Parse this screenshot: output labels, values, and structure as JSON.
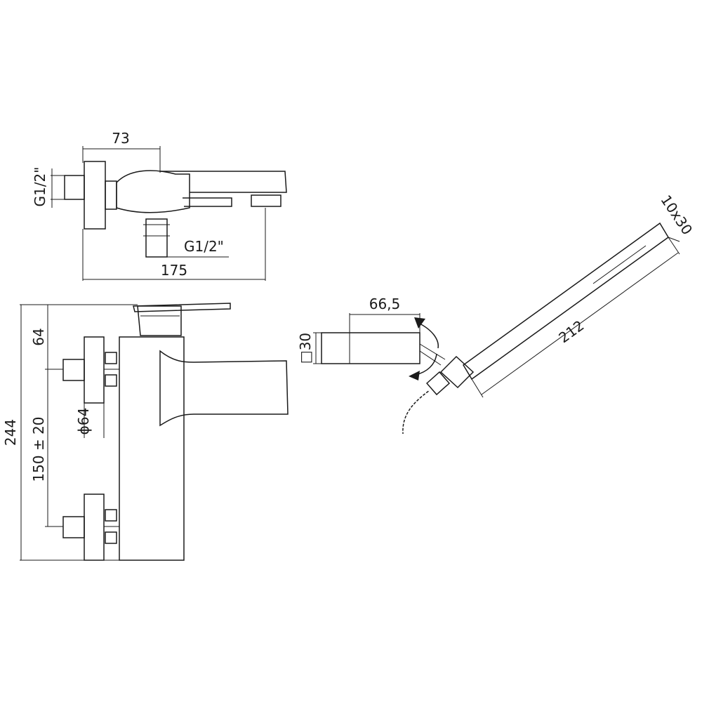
{
  "drawing": {
    "line_color": "#1a1a1a",
    "background": "#ffffff",
    "top_view": {
      "width_dim": "73",
      "depth_dim": "175",
      "inlet_thread": "G1/2\"",
      "outlet_thread": "G1/2\""
    },
    "front_view": {
      "height_dim": "244",
      "handle_offset_dim": "64",
      "center_distance_dim": "150 ± 20",
      "flange_diameter_dim": "ϕ64"
    },
    "hand_shower": {
      "holder_length_dim": "66,5",
      "holder_section_dim": "□30",
      "shower_length_dim": "212",
      "shower_section_dim": "10x30"
    }
  }
}
